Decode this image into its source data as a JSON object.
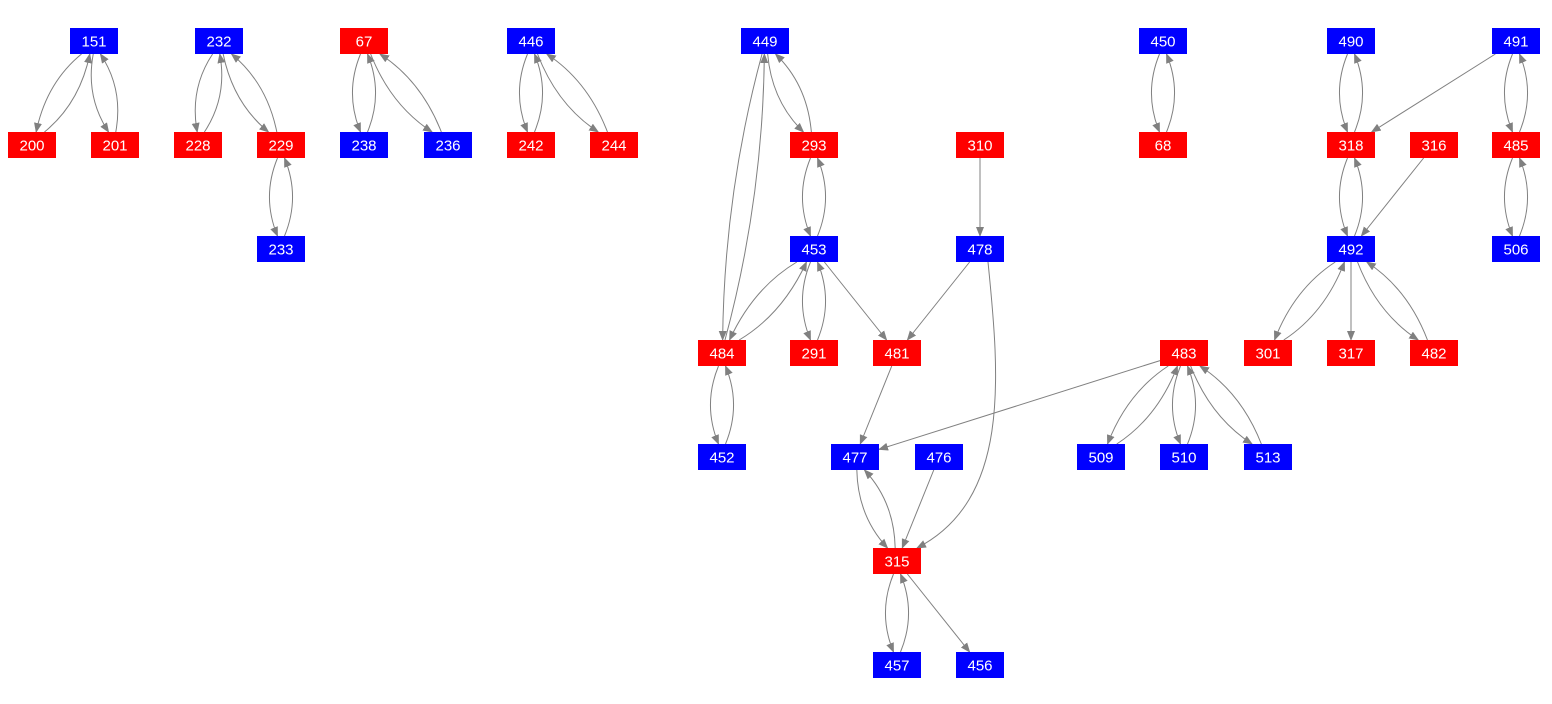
{
  "colors": {
    "red": "#ff0000",
    "blue": "#0000ff",
    "edge": "#808080"
  },
  "nodes": [
    {
      "id": "151",
      "color": "blue"
    },
    {
      "id": "232",
      "color": "blue"
    },
    {
      "id": "67",
      "color": "red"
    },
    {
      "id": "446",
      "color": "blue"
    },
    {
      "id": "449",
      "color": "blue"
    },
    {
      "id": "450",
      "color": "blue"
    },
    {
      "id": "490",
      "color": "blue"
    },
    {
      "id": "491",
      "color": "blue"
    },
    {
      "id": "200",
      "color": "red"
    },
    {
      "id": "201",
      "color": "red"
    },
    {
      "id": "228",
      "color": "red"
    },
    {
      "id": "229",
      "color": "red"
    },
    {
      "id": "238",
      "color": "blue"
    },
    {
      "id": "236",
      "color": "blue"
    },
    {
      "id": "242",
      "color": "red"
    },
    {
      "id": "244",
      "color": "red"
    },
    {
      "id": "293",
      "color": "red"
    },
    {
      "id": "310",
      "color": "red"
    },
    {
      "id": "68",
      "color": "red"
    },
    {
      "id": "318",
      "color": "red"
    },
    {
      "id": "316",
      "color": "red"
    },
    {
      "id": "485",
      "color": "red"
    },
    {
      "id": "233",
      "color": "blue"
    },
    {
      "id": "453",
      "color": "blue"
    },
    {
      "id": "478",
      "color": "blue"
    },
    {
      "id": "492",
      "color": "blue"
    },
    {
      "id": "506",
      "color": "blue"
    },
    {
      "id": "484",
      "color": "red"
    },
    {
      "id": "291",
      "color": "red"
    },
    {
      "id": "481",
      "color": "red"
    },
    {
      "id": "483",
      "color": "red"
    },
    {
      "id": "301",
      "color": "red"
    },
    {
      "id": "317",
      "color": "red"
    },
    {
      "id": "482",
      "color": "red"
    },
    {
      "id": "452",
      "color": "blue"
    },
    {
      "id": "477",
      "color": "blue"
    },
    {
      "id": "476",
      "color": "blue"
    },
    {
      "id": "509",
      "color": "blue"
    },
    {
      "id": "510",
      "color": "blue"
    },
    {
      "id": "513",
      "color": "blue"
    },
    {
      "id": "315",
      "color": "red"
    },
    {
      "id": "457",
      "color": "blue"
    },
    {
      "id": "456",
      "color": "blue"
    }
  ],
  "edges": [
    [
      "151",
      "200"
    ],
    [
      "200",
      "151"
    ],
    [
      "151",
      "201"
    ],
    [
      "201",
      "151"
    ],
    [
      "232",
      "228"
    ],
    [
      "228",
      "232"
    ],
    [
      "232",
      "229"
    ],
    [
      "229",
      "232"
    ],
    [
      "229",
      "233"
    ],
    [
      "233",
      "229"
    ],
    [
      "67",
      "238"
    ],
    [
      "238",
      "67"
    ],
    [
      "67",
      "236"
    ],
    [
      "236",
      "67"
    ],
    [
      "446",
      "242"
    ],
    [
      "242",
      "446"
    ],
    [
      "446",
      "244"
    ],
    [
      "244",
      "446"
    ],
    [
      "449",
      "484"
    ],
    [
      "484",
      "449"
    ],
    [
      "449",
      "293"
    ],
    [
      "293",
      "449"
    ],
    [
      "293",
      "453"
    ],
    [
      "453",
      "293"
    ],
    [
      "453",
      "484"
    ],
    [
      "484",
      "453"
    ],
    [
      "453",
      "291"
    ],
    [
      "291",
      "453"
    ],
    [
      "453",
      "481"
    ],
    [
      "478",
      "481"
    ],
    [
      "310",
      "478"
    ],
    [
      "478",
      "315"
    ],
    [
      "481",
      "477"
    ],
    [
      "483",
      "477"
    ],
    [
      "477",
      "315"
    ],
    [
      "315",
      "477"
    ],
    [
      "476",
      "315"
    ],
    [
      "315",
      "457"
    ],
    [
      "457",
      "315"
    ],
    [
      "315",
      "456"
    ],
    [
      "484",
      "452"
    ],
    [
      "452",
      "484"
    ],
    [
      "450",
      "68"
    ],
    [
      "68",
      "450"
    ],
    [
      "490",
      "318"
    ],
    [
      "318",
      "490"
    ],
    [
      "491",
      "318"
    ],
    [
      "318",
      "492"
    ],
    [
      "492",
      "318"
    ],
    [
      "316",
      "492"
    ],
    [
      "491",
      "485"
    ],
    [
      "485",
      "491"
    ],
    [
      "485",
      "506"
    ],
    [
      "506",
      "485"
    ],
    [
      "492",
      "301"
    ],
    [
      "301",
      "492"
    ],
    [
      "492",
      "317"
    ],
    [
      "492",
      "482"
    ],
    [
      "482",
      "492"
    ],
    [
      "483",
      "509"
    ],
    [
      "509",
      "483"
    ],
    [
      "483",
      "510"
    ],
    [
      "510",
      "483"
    ],
    [
      "483",
      "513"
    ],
    [
      "513",
      "483"
    ]
  ]
}
